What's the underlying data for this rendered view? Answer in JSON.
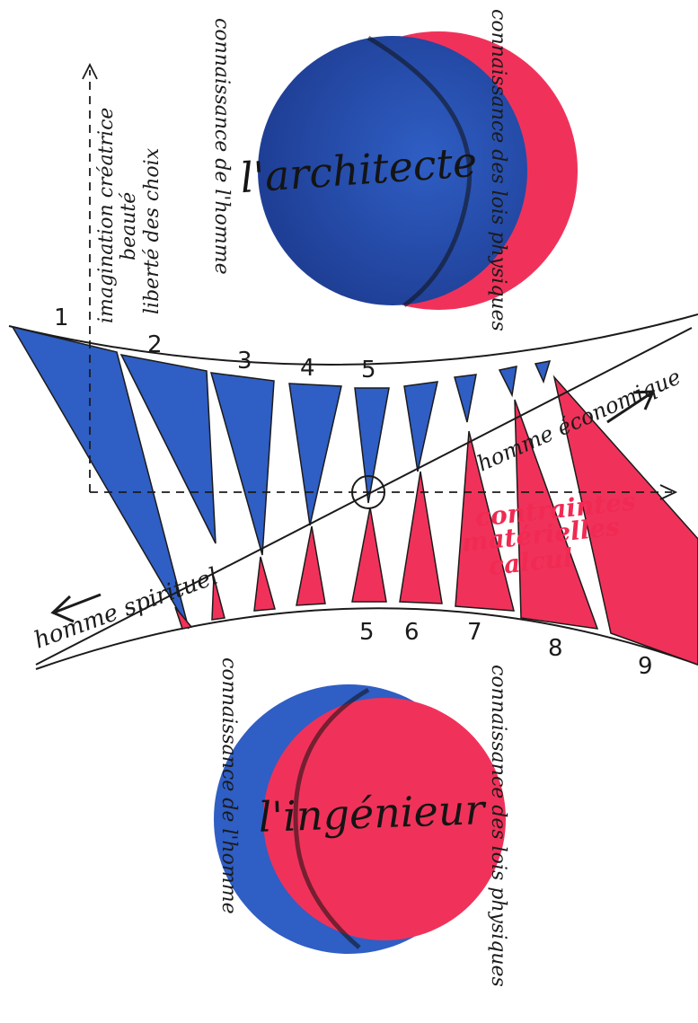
{
  "colors": {
    "blue": "#2f5ec4",
    "red": "#f0325a",
    "ink": "#1b1b1b"
  },
  "architect": {
    "title": "l'architecte",
    "left_label": "connaissance de l'homme",
    "right_label": "connaissance des lois physiques"
  },
  "engineer": {
    "title": "l'ingénieur",
    "left_label": "connaissance de l'homme",
    "right_label": "connaissance des lois physiques"
  },
  "top_left_block": [
    "imagination créatrice",
    "beauté",
    "liberté des choix"
  ],
  "axes": {
    "spiritual": "homme spirituel",
    "economic": "homme économique"
  },
  "red_block": [
    "contraintes",
    "matérielles",
    "calcul"
  ],
  "top_numbers": [
    "1",
    "2",
    "3",
    "4",
    "5"
  ],
  "bottom_numbers": [
    "5",
    "6",
    "7",
    "8",
    "9"
  ]
}
